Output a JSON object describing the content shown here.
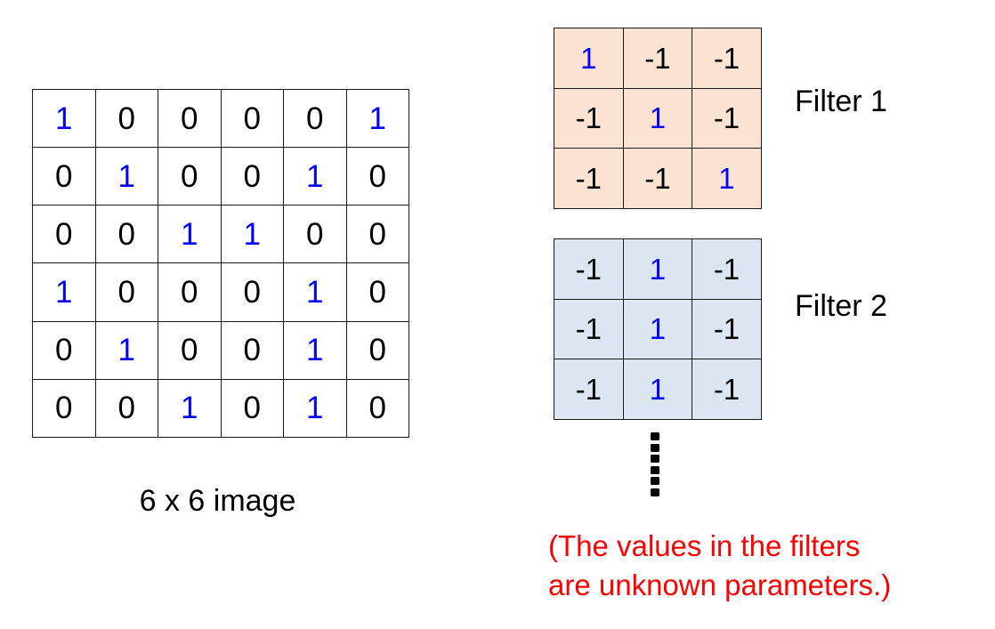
{
  "colors": {
    "one_value": "#0000ff",
    "zero_value": "#000000",
    "filter_1_bg": "#fae3d3",
    "filter_2_bg": "#dce6f2",
    "note_text": "#ff0000",
    "grid_border": "#1a1a1a",
    "canvas_bg": "#ffffff"
  },
  "image_matrix": {
    "caption": "6 x 6 image",
    "rows": 6,
    "cols": 6,
    "values": [
      [
        "1",
        "0",
        "0",
        "0",
        "0",
        "1"
      ],
      [
        "0",
        "1",
        "0",
        "0",
        "1",
        "0"
      ],
      [
        "0",
        "0",
        "1",
        "1",
        "0",
        "0"
      ],
      [
        "1",
        "0",
        "0",
        "0",
        "1",
        "0"
      ],
      [
        "0",
        "1",
        "0",
        "0",
        "1",
        "0"
      ],
      [
        "0",
        "0",
        "1",
        "0",
        "1",
        "0"
      ]
    ]
  },
  "filters": [
    {
      "label": "Filter 1",
      "rows": 3,
      "cols": 3,
      "values": [
        [
          "1",
          "-1",
          "-1"
        ],
        [
          "-1",
          "1",
          "-1"
        ],
        [
          "-1",
          "-1",
          "1"
        ]
      ]
    },
    {
      "label": "Filter 2",
      "rows": 3,
      "cols": 3,
      "values": [
        [
          "-1",
          "1",
          "-1"
        ],
        [
          "-1",
          "1",
          "-1"
        ],
        [
          "-1",
          "1",
          "-1"
        ]
      ]
    }
  ],
  "ellipsis": {
    "dot_count": 6,
    "orientation": "vertical"
  },
  "note": {
    "line_1": "(The values in the filters",
    "line_2": "are unknown parameters.)"
  },
  "chart_data": {
    "type": "table",
    "title": "6 x 6 image",
    "grids": [
      {
        "name": "6 x 6 image",
        "shape": [
          6,
          6
        ],
        "values": [
          [
            1,
            0,
            0,
            0,
            0,
            1
          ],
          [
            0,
            1,
            0,
            0,
            1,
            0
          ],
          [
            0,
            0,
            1,
            1,
            0,
            0
          ],
          [
            1,
            0,
            0,
            0,
            1,
            0
          ],
          [
            0,
            1,
            0,
            0,
            1,
            0
          ],
          [
            0,
            0,
            1,
            0,
            1,
            0
          ]
        ]
      },
      {
        "name": "Filter 1",
        "shape": [
          3,
          3
        ],
        "values": [
          [
            1,
            -1,
            -1
          ],
          [
            -1,
            1,
            -1
          ],
          [
            -1,
            -1,
            1
          ]
        ]
      },
      {
        "name": "Filter 2",
        "shape": [
          3,
          3
        ],
        "values": [
          [
            -1,
            1,
            -1
          ],
          [
            -1,
            1,
            -1
          ],
          [
            -1,
            1,
            -1
          ]
        ]
      }
    ],
    "annotations": [
      "(The values in the filters",
      "are unknown parameters.)"
    ]
  }
}
